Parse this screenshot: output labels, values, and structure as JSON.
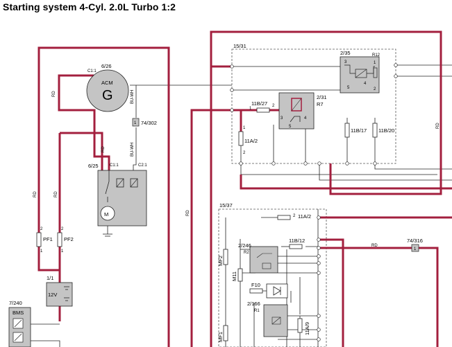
{
  "title": "Starting system 4-Cyl. 2.0L Turbo 1:2",
  "colors": {
    "wire_red": "#a31f3e",
    "wire_thin": "#222222",
    "component_fill": "#c4c4c4",
    "dash": "#555555"
  },
  "labels": {
    "acm_ref": "6/26",
    "acm_name": "ACM",
    "acm_symbol": "G",
    "acm_pin": "C1:1",
    "rd": "RD",
    "bu_wh": "BU-WH",
    "conn_74_302": "74/302",
    "conn_74_302_pin": "1",
    "starter_ref": "6/25",
    "starter_pin1": "C1:1",
    "starter_pin2": "C2:1",
    "motor_symbol": "M",
    "pf1": "PF1",
    "pf2": "PF2",
    "pin1": "1",
    "pin2": "2",
    "pin3": "3",
    "pin4": "4",
    "pin5": "5",
    "battery_ref": "1/1",
    "battery_v": "12V",
    "bms_ref": "7/240",
    "bms_name": "BMS",
    "box1_ref": "15/31",
    "relay_235": "2/35",
    "relay_r12": "R12",
    "relay_231": "2/31",
    "relay_r7": "R7",
    "fuse_11b27": "11B/27",
    "fuse_11a2": "11A/2",
    "fuse_11b17": "11B/17",
    "fuse_11b20": "11B/20",
    "box2_ref": "15/37",
    "fuse_11a2_b": "11A/2",
    "relay_2246": "2/246",
    "relay_r2": "R2",
    "fuse_11b12": "11B/12",
    "mf2": "MF2",
    "m11": "M11",
    "f10": "F10",
    "relay_2166": "2/166",
    "relay_r1": "R1",
    "mf1": "MF1",
    "fuse_11a9": "11A/9",
    "conn_74_316": "74/316",
    "conn_74_316_pin": "1"
  }
}
